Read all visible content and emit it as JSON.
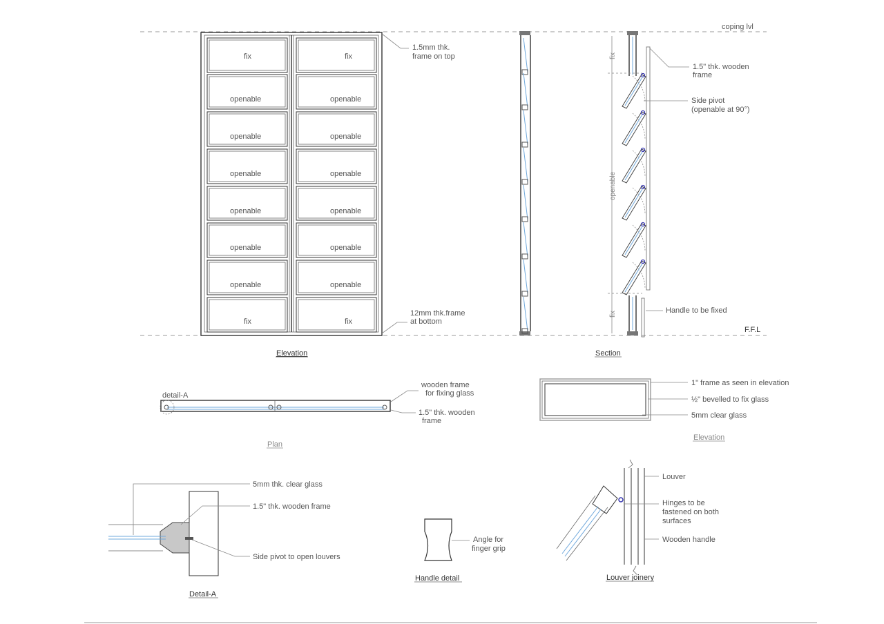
{
  "levels": {
    "coping": "coping lvl",
    "ffl": "F.F.L"
  },
  "elevation": {
    "title": "Elevation",
    "panels_left": [
      "fix",
      "openable",
      "openable",
      "openable",
      "openable",
      "openable",
      "openable",
      "fix"
    ],
    "panels_right": [
      "fix",
      "openable",
      "openable",
      "openable",
      "openable",
      "openable",
      "openable",
      "fix"
    ],
    "top_note": [
      "1.5mm thk.",
      "frame on top"
    ],
    "bottom_note": [
      "12mm thk.frame",
      "at bottom"
    ]
  },
  "section": {
    "title": "Section",
    "frame_note": [
      "1.5\" thk. wooden",
      "frame"
    ],
    "pivot_note": [
      "Side pivot",
      "(openable at 90°)"
    ],
    "handle_note": "Handle to be fixed",
    "dim_fix_top": "fix",
    "dim_openable": "openable",
    "dim_fix_bottom": "fix"
  },
  "plan": {
    "title": "Plan",
    "detail_tag": "detail-A",
    "note_wood": [
      "wooden frame",
      "for fixing glass"
    ],
    "note_frame": [
      "1.5\" thk. wooden",
      "frame"
    ]
  },
  "pane_elevation": {
    "title": "Elevation",
    "note_1": "1\" frame as seen in elevation",
    "note_2": "½\" bevelled to fix glass",
    "note_3": "5mm clear glass"
  },
  "detail_a": {
    "title": "Detail-A",
    "note_glass": "5mm thk. clear glass",
    "note_frame": "1.5\" thk. wooden frame",
    "note_pivot": "Side pivot to open louvers"
  },
  "handle_detail": {
    "title": "Handle detail",
    "note": [
      "Angle for",
      "finger grip"
    ]
  },
  "louver_joinery": {
    "title": "Louver joinery",
    "note_louver": "Louver",
    "note_hinges": [
      "Hinges to be",
      "fastened on both",
      "surfaces"
    ],
    "note_handle": "Wooden handle"
  }
}
